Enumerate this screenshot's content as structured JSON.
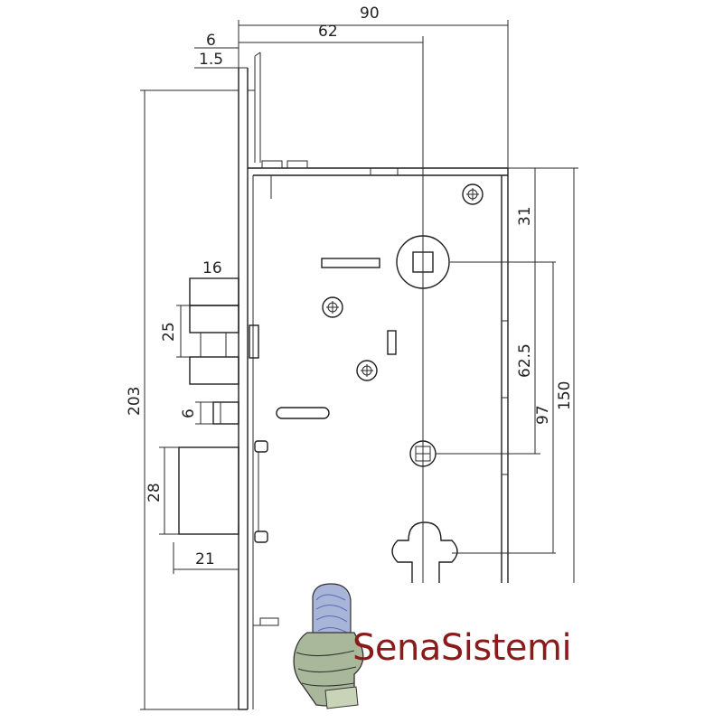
{
  "drawing": {
    "dimensions": {
      "overall_width": "90",
      "spindle_backset": "62",
      "faceplate_thickness": "6",
      "faceplate_offset": "1.5",
      "overall_height": "203",
      "latch_width": "16",
      "latch_height": "25",
      "pin_width": "6",
      "deadbolt_height": "28",
      "deadbolt_projection": "21",
      "top_to_spindle": "31",
      "spindle_to_follower": "62.5",
      "spindle_to_cylinder": "97",
      "case_height": "150"
    }
  },
  "brand": {
    "name": "SenaSistemi",
    "color": "#8b1a1a"
  },
  "colors": {
    "line": "#1e1e1e",
    "background": "#ffffff"
  }
}
